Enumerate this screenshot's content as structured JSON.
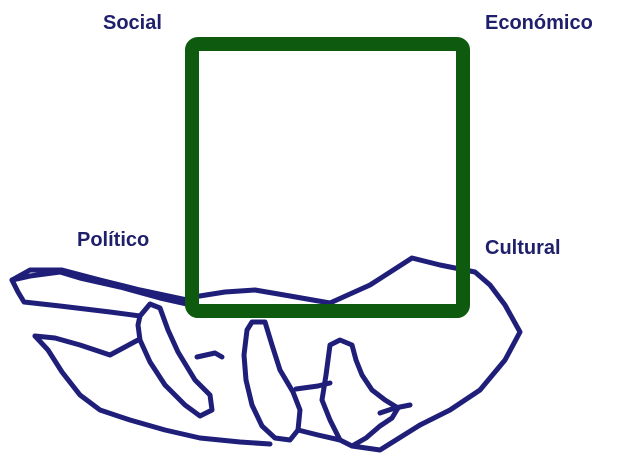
{
  "labels": {
    "social": "Social",
    "economico": "Económico",
    "politico": "Político",
    "cultural": "Cultural"
  },
  "colors": {
    "label_text": "#1f1f6b",
    "hand_stroke": "#1f1f7a",
    "square_stroke": "#0e5a0e",
    "background": "#ffffff"
  },
  "icons": {
    "hand": "open-hand-icon",
    "square": "square-outline"
  }
}
